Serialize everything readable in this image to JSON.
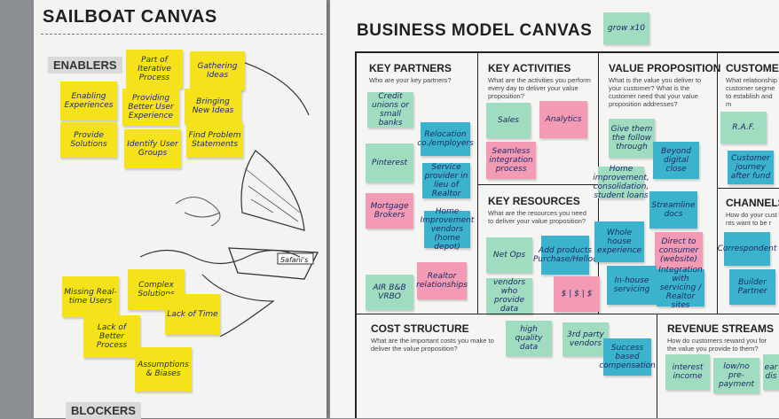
{
  "sailboat": {
    "title": "SAILBOAT CANVAS",
    "enablers_label": "ENABLERS",
    "blockers_label": "BLOCKERS",
    "boat_name": "Safani's",
    "enabler_notes": [
      "Part of Iterative Process",
      "Gathering Ideas",
      "Enabling Experiences",
      "Providing Better User Experience",
      "Bringing New Ideas",
      "Provide Solutions",
      "Identify User Groups",
      "Find Problem Statements"
    ],
    "blocker_notes": [
      "Missing Real-time Users",
      "Complex Solutions",
      "Lack of Time",
      "Lack of Better Process",
      "Assumptions & Biases"
    ]
  },
  "bmc": {
    "title": "BUSINESS MODEL CANVAS",
    "top_note": "grow x10",
    "cells": {
      "key_partners": {
        "title": "KEY PARTNERS",
        "question": "Who are your key partners?"
      },
      "key_activities": {
        "title": "KEY ACTIVITIES",
        "question": "What are the activities you perform every day to deliver your value proposition?"
      },
      "value_proposition": {
        "title": "VALUE PROPOSITION",
        "question": "What is the value you deliver to your customer? What is the customer need that your value proposition addresses?"
      },
      "customer_relationships": {
        "title": "CUSTOMER RE",
        "question": "What relationship customer segme to establish and m"
      },
      "key_resources": {
        "title": "KEY RESOURCES",
        "question": "What are the resources you need to deliver your value proposition?"
      },
      "channels": {
        "title": "CHANNELS",
        "question": "How do your cust nts want to be r"
      },
      "cost_structure": {
        "title": "COST STRUCTURE",
        "question": "What are the important costs you make to deliver the value proposition?"
      },
      "revenue_streams": {
        "title": "REVENUE STREAMS",
        "question": "How do customers reward you for the value you provide to them?"
      }
    },
    "notes": {
      "partners": [
        "Credit unions or small banks",
        "Relocation co./employers",
        "Pinterest",
        "Service provider in lieu of Realtor",
        "Mortgage Brokers",
        "Home Improvement vendors (home depot)",
        "AIR B&B VRBO",
        "Realtor relationships"
      ],
      "activities": [
        "Sales",
        "Analytics",
        "Seamless integration process"
      ],
      "resources": [
        "Net Ops",
        "Add products Purchase/Helloc",
        "vendors who provide data",
        "$ | $ | $"
      ],
      "value": [
        "Give them the follow through",
        "Beyond digital close",
        "Home improvement, consolidation, student loans",
        "Streamline docs",
        "Whole house experience",
        "Direct to consumer (website)",
        "In-house servicing",
        "Integration with servicing / Realtor sites"
      ],
      "customer": [
        "R.A.F.",
        "Customer journey after fund"
      ],
      "channels": [
        "Correspondent",
        "Builder Partner"
      ],
      "cost": [
        "high quality data",
        "3rd party vendors",
        "Success based compensation"
      ],
      "revenue": [
        "interest income",
        "low/no pre-payment",
        "ear dis"
      ]
    }
  }
}
